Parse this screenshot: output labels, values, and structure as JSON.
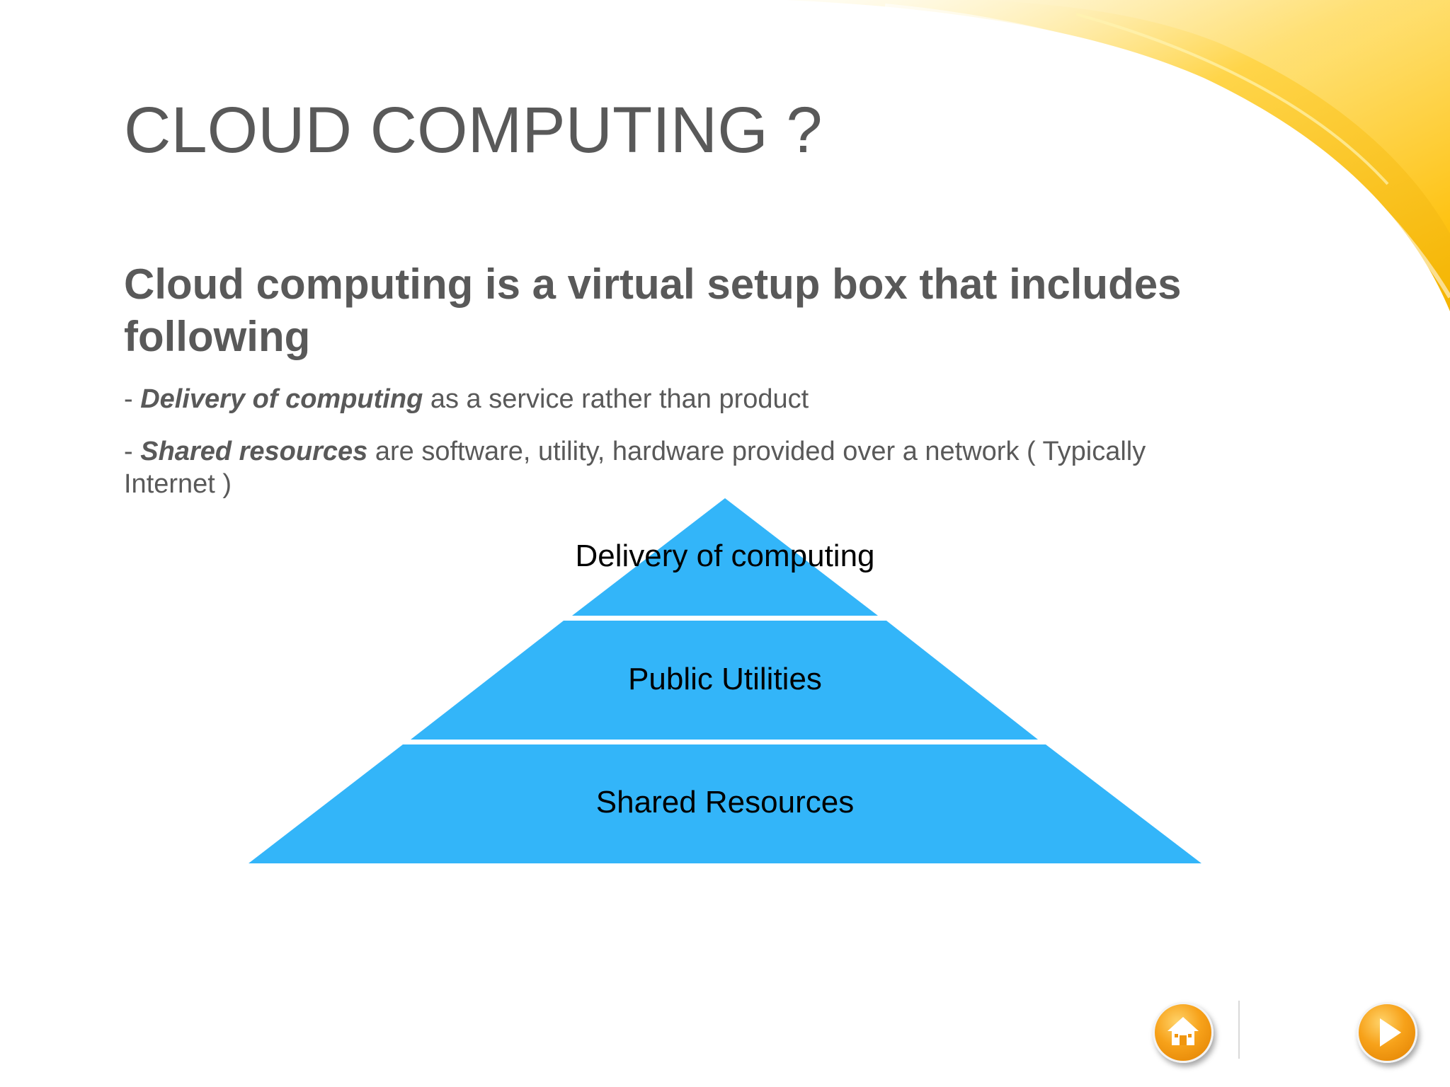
{
  "slide": {
    "title": "CLOUD COMPUTING ?",
    "subtitle": "Cloud computing is a virtual setup box that includes following",
    "bullets": [
      {
        "prefix": " - ",
        "emphasis": "Delivery of computing",
        "rest": " as a service rather than product"
      },
      {
        "prefix": " - ",
        "emphasis": "Shared resources",
        "rest": "  are software, utility, hardware provided over a network ( Typically Internet )"
      }
    ]
  },
  "pyramid": {
    "fill_color": "#33B5F9",
    "tiers": [
      {
        "label": "Delivery of computing"
      },
      {
        "label": "Public Utilities"
      },
      {
        "label": "Shared Resources"
      }
    ]
  },
  "navigation": {
    "home_icon": "home-icon",
    "next_icon": "play-next-icon",
    "accent_color": "#F7A21A"
  },
  "decoration": {
    "swoosh_color": "#FFC20E"
  }
}
